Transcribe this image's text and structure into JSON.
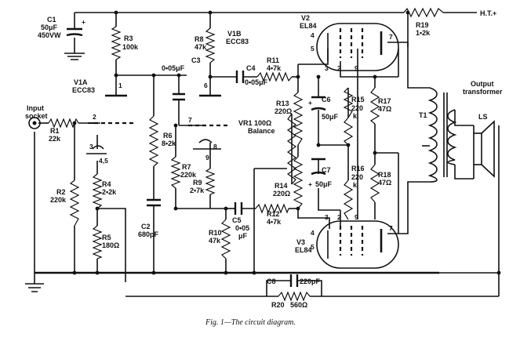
{
  "supply_label": "H.T.+",
  "input_socket_label": [
    "Input",
    "socket"
  ],
  "ground_label": "LS",
  "caption": "Fig. 1—The circuit diagram.",
  "transformer": {
    "ref": "T1",
    "label": [
      "Output",
      "transformer"
    ]
  },
  "tubes": {
    "v1a": [
      "V1A",
      "ECC83"
    ],
    "v1b": [
      "V1B",
      "ECC83"
    ],
    "v2": [
      "V2",
      "EL84"
    ],
    "v3": [
      "V3",
      "EL84"
    ]
  },
  "components": {
    "c1": [
      "C1",
      "50μF",
      "450VW"
    ],
    "r1": [
      "R1",
      "22k"
    ],
    "r2": [
      "R2",
      "220k"
    ],
    "r3": [
      "R3",
      "100k"
    ],
    "r4": [
      "R4",
      "2•2k"
    ],
    "r5": [
      "R5",
      "180Ω"
    ],
    "c2": [
      "C2",
      "680pF"
    ],
    "c3": [
      "C3",
      "0•05μF"
    ],
    "r6": [
      "R6",
      "8•2k"
    ],
    "r7": [
      "R7",
      "220k"
    ],
    "r8": [
      "R8",
      "47k"
    ],
    "r9": [
      "R9",
      "2•7k"
    ],
    "r10": [
      "R10",
      "47k"
    ],
    "c4": [
      "C4",
      "0•05μF"
    ],
    "c5": [
      "C5",
      "0•05",
      "μF"
    ],
    "r11": [
      "R11",
      "4•7k"
    ],
    "r12": [
      "R12",
      "4•7k"
    ],
    "r13": [
      "R13",
      "220Ω"
    ],
    "r14": [
      "R14",
      "220Ω"
    ],
    "vr1": [
      "VR1 100Ω",
      "Balance"
    ],
    "c6": [
      "C6",
      "50μF"
    ],
    "c7": [
      "C7",
      "50μF"
    ],
    "r15": [
      "R15",
      "220",
      "k"
    ],
    "r16": [
      "R16",
      "220",
      "k"
    ],
    "r17": [
      "R17",
      "47Ω"
    ],
    "r18": [
      "R18",
      "47Ω"
    ],
    "r19": [
      "R19",
      "1•2k"
    ],
    "c8": [
      "C8",
      "220pF"
    ],
    "r20": [
      "R20",
      "560Ω"
    ]
  },
  "pins": {
    "v1a_anode": "1",
    "v1a_grid": "2",
    "v1a_cathode": "3",
    "v1a_heater": "4,5",
    "v1b_anode": "6",
    "v1b_grid": "7",
    "v1b_cathode": "8",
    "v1b_heater": "9",
    "v2": [
      "4",
      "5",
      "3",
      "2",
      "9",
      "7"
    ],
    "v3": [
      "4",
      "5",
      "3",
      "2",
      "9",
      "7"
    ]
  }
}
